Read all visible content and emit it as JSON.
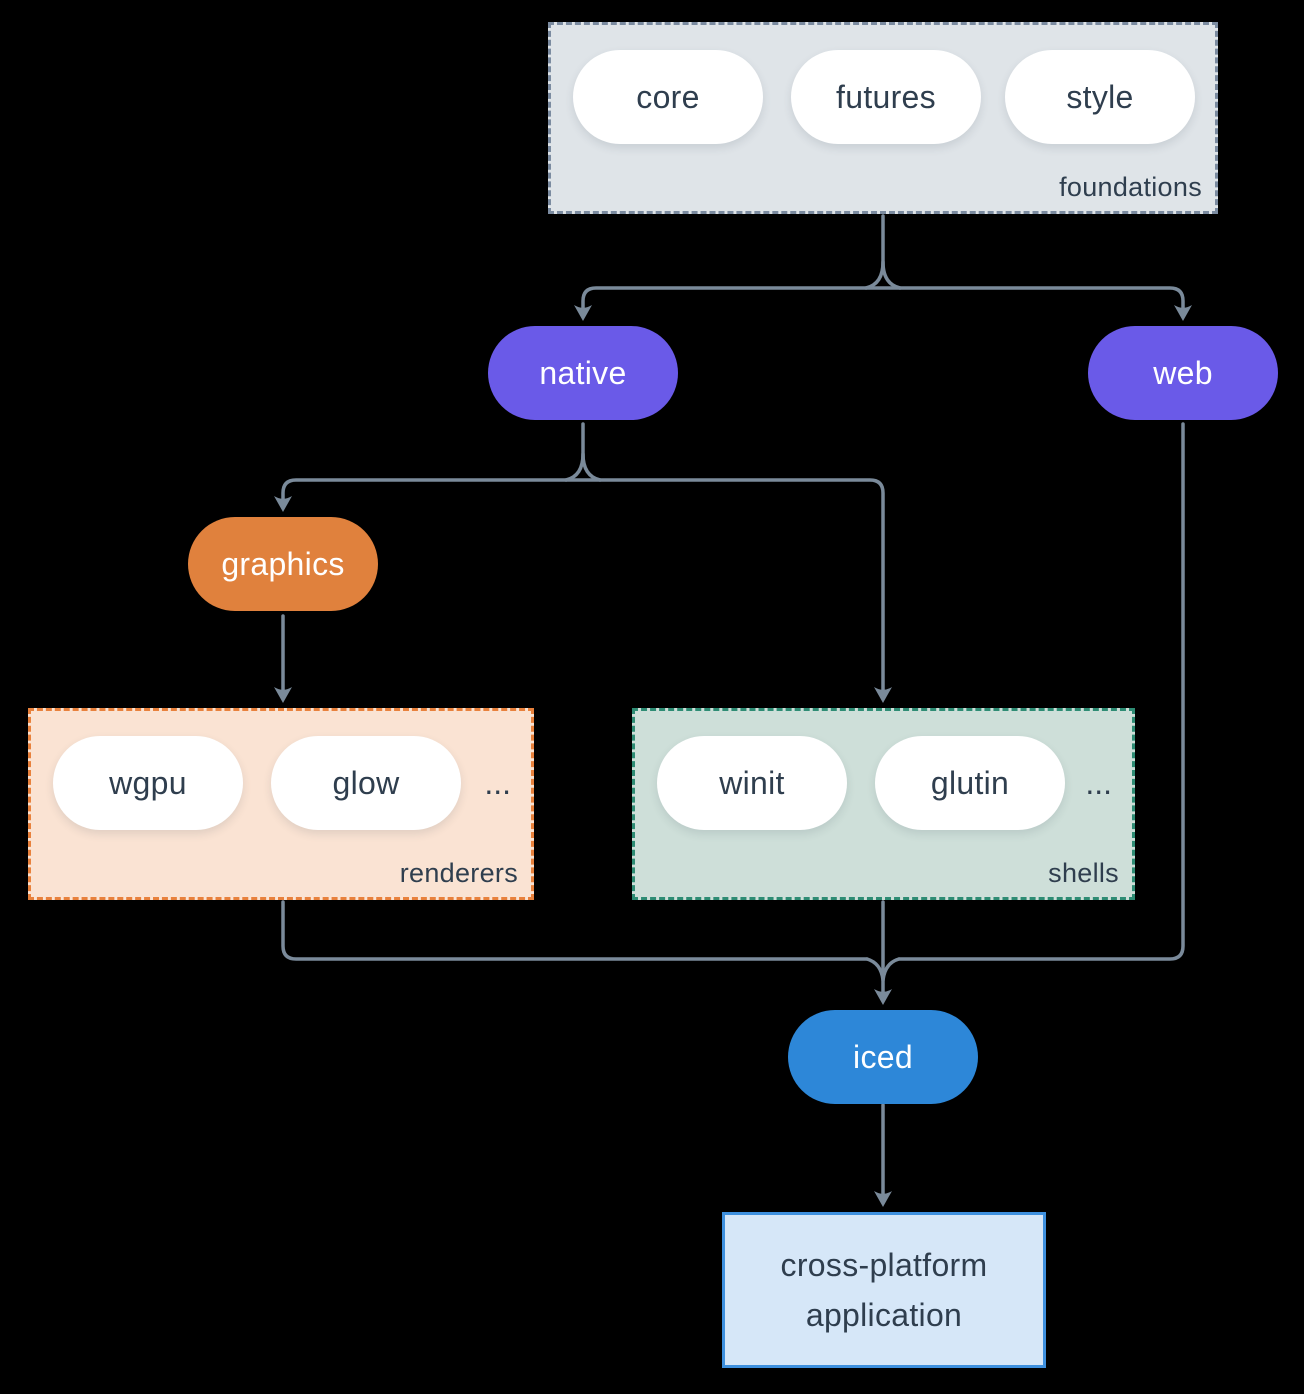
{
  "foundations": {
    "label": "foundations",
    "items": [
      "core",
      "futures",
      "style"
    ]
  },
  "nodes": {
    "native": "native",
    "web": "web",
    "graphics": "graphics",
    "iced": "iced"
  },
  "renderers": {
    "label": "renderers",
    "items": [
      "wgpu",
      "glow"
    ],
    "more": "..."
  },
  "shells": {
    "label": "shells",
    "items": [
      "winit",
      "glutin"
    ],
    "more": "..."
  },
  "application": {
    "line1": "cross-platform",
    "line2": "application"
  },
  "colors": {
    "background": "#000000",
    "arrow": "#7A8A9A",
    "text_dark": "#2F3E4E",
    "pill_white": "#FFFFFF",
    "node_purple": "#6A5AE8",
    "node_orange": "#E0813D",
    "node_blue": "#2D87D8",
    "foundations_fill": "#DFE4E8",
    "foundations_border": "#7B8BA0",
    "renderers_fill": "#FAE3D3",
    "renderers_border": "#E8813C",
    "shells_fill": "#CEDFD9",
    "shells_border": "#2E8C74",
    "application_fill": "#D6E7F8",
    "application_border": "#3E90DE"
  }
}
